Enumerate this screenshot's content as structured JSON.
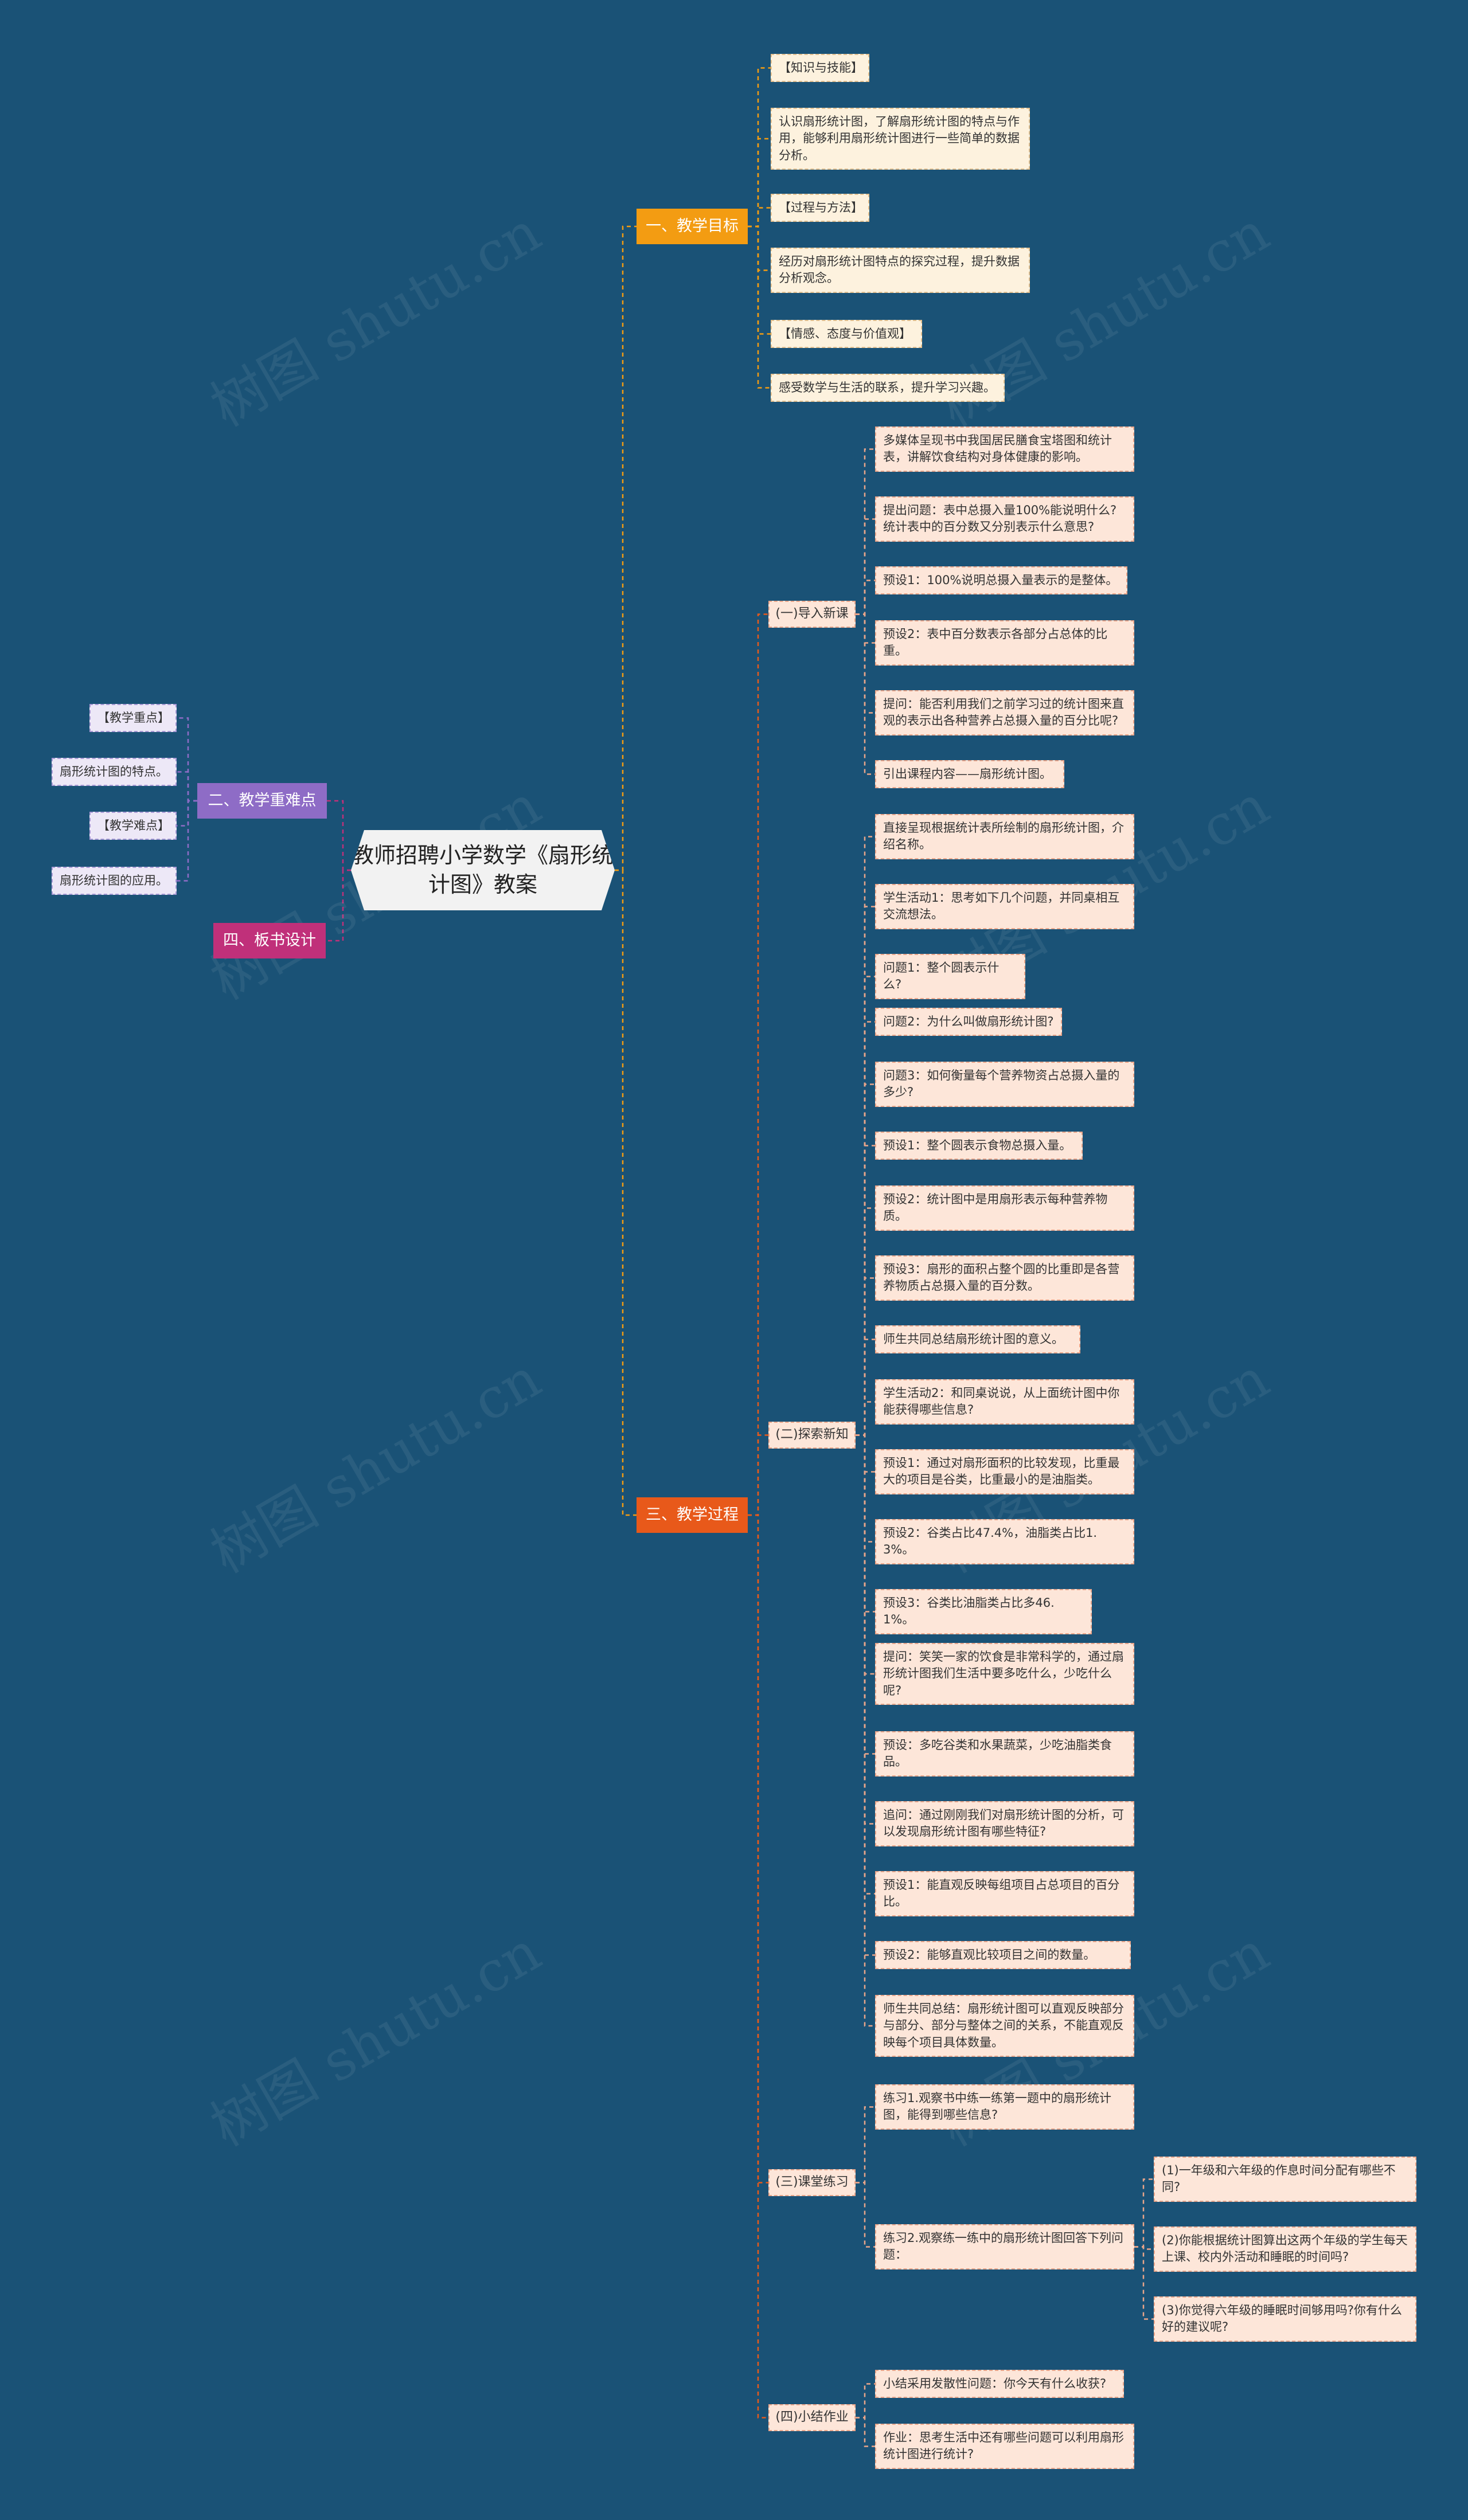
{
  "root": {
    "title": "教师招聘小学数学《扇形统计图》教案"
  },
  "branches": {
    "goals": {
      "label": "一、教学目标"
    },
    "keypoints": {
      "label": "二、教学重难点"
    },
    "process": {
      "label": "三、教学过程"
    },
    "board": {
      "label": "四、板书设计"
    }
  },
  "goals_items": [
    "【知识与技能】",
    "认识扇形统计图，了解扇形统计图的特点与作用，能够利用扇形统计图进行一些简单的数据分析。",
    "【过程与方法】",
    "经历对扇形统计图特点的探究过程，提升数据分析观念。",
    "【情感、态度与价值观】",
    "感受数学与生活的联系，提升学习兴趣。"
  ],
  "keypoints_items": [
    "【教学重点】",
    "扇形统计图的特点。",
    "【教学难点】",
    "扇形统计图的应用。"
  ],
  "process_subs": {
    "intro": "(一)导入新课",
    "explore": "(二)探索新知",
    "practice": "(三)课堂练习",
    "summary": "(四)小结作业"
  },
  "intro_items": [
    "多媒体呈现书中我国居民膳食宝塔图和统计表，讲解饮食结构对身体健康的影响。",
    "提出问题：表中总摄入量100%能说明什么?统计表中的百分数又分别表示什么意思?",
    "预设1：100%说明总摄入量表示的是整体。",
    "预设2：表中百分数表示各部分占总体的比重。",
    "提问：能否利用我们之前学习过的统计图来直观的表示出各种营养占总摄入量的百分比呢?",
    "引出课程内容——扇形统计图。"
  ],
  "explore_items": [
    "直接呈现根据统计表所绘制的扇形统计图，介绍名称。",
    "学生活动1：思考如下几个问题，并同桌相互交流想法。",
    "问题1：整个圆表示什么?",
    "问题2：为什么叫做扇形统计图?",
    "问题3：如何衡量每个营养物资占总摄入量的多少?",
    "预设1：整个圆表示食物总摄入量。",
    "预设2：统计图中是用扇形表示每种营养物质。",
    "预设3：扇形的面积占整个圆的比重即是各营养物质占总摄入量的百分数。",
    "师生共同总结扇形统计图的意义。",
    "学生活动2：和同桌说说，从上面统计图中你能获得哪些信息?",
    "预设1：通过对扇形面积的比较发现，比重最大的项目是谷类，比重最小的是油脂类。",
    "预设2：谷类占比47.4%，油脂类占比1.3%。",
    "预设3：谷类比油脂类占比多46.1%。",
    "提问：笑笑一家的饮食是非常科学的，通过扇形统计图我们生活中要多吃什么，少吃什么呢?",
    "预设：多吃谷类和水果蔬菜，少吃油脂类食品。",
    "追问：通过刚刚我们对扇形统计图的分析，可以发现扇形统计图有哪些特征?",
    "预设1：能直观反映每组项目占总项目的百分比。",
    "预设2：能够直观比较项目之间的数量。",
    "师生共同总结：扇形统计图可以直观反映部分与部分、部分与整体之间的关系，不能直观反映每个项目具体数量。"
  ],
  "practice_items": [
    "练习1.观察书中练一练第一题中的扇形统计图，能得到哪些信息?",
    "练习2.观察练一练中的扇形统计图回答下列问题："
  ],
  "practice2_items": [
    "(1)一年级和六年级的作息时间分配有哪些不同?",
    "(2)你能根据统计图算出这两个年级的学生每天上课、校内外活动和睡眠的时间吗?",
    "(3)你觉得六年级的睡眠时间够用吗?你有什么好的建议呢?"
  ],
  "summary_items": [
    "小结采用发散性问题：你今天有什么收获?",
    "作业：思考生活中还有哪些问题可以利用扇形统计图进行统计?"
  ],
  "watermark": "树图 shutu.cn",
  "colors": {
    "background": "#1a5276",
    "connector": "#e9a58a",
    "goals": "#f39c12",
    "process": "#e8591a",
    "keypoints": "#8e6cc6",
    "board": "#c0307a"
  }
}
